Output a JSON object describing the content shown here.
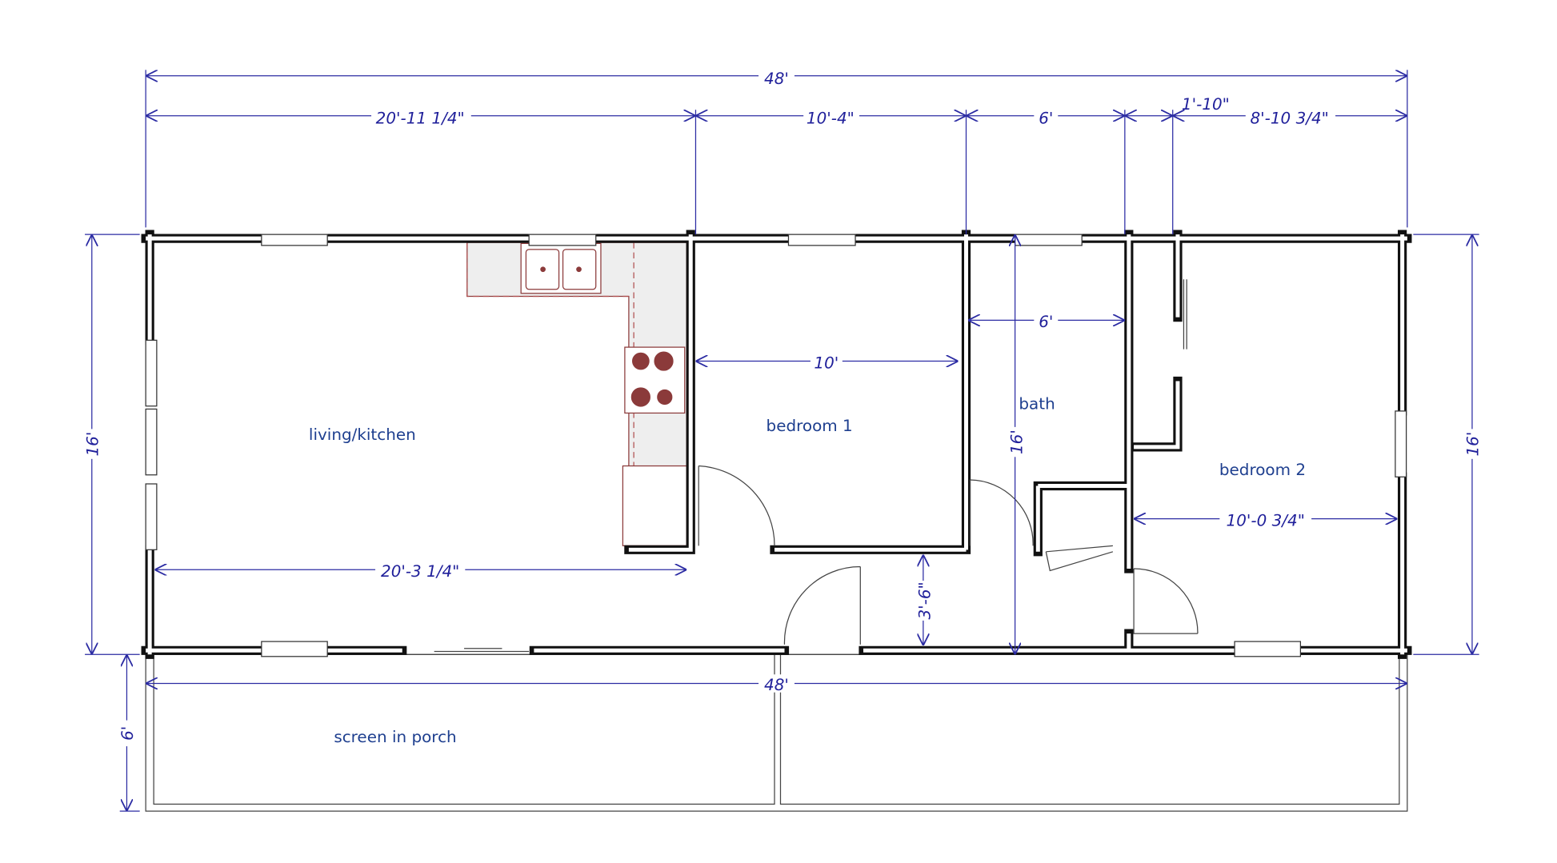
{
  "plan": {
    "dimensions": {
      "overall_top": "48'",
      "living_kitchen_width": "20'-11 1/4\"",
      "bedroom1_width": "10'-4\"",
      "bath_width": "6'",
      "closet_width": "1'-10\"",
      "bedroom2_width": "8'-10 3/4\"",
      "depth_left": "16'",
      "depth_right": "16'",
      "bath_interior": "6'",
      "bedroom1_interior": "10'",
      "bath_depth": "16'",
      "living_interior": "20'-3 1/4\"",
      "hall_depth": "3'-6\"",
      "bedroom2_interior": "10'-0 3/4\"",
      "porch_width": "48'",
      "porch_depth": "6'"
    },
    "rooms": {
      "living_kitchen": "living/kitchen",
      "bedroom1": "bedroom 1",
      "bath": "bath",
      "bedroom2": "bedroom 2",
      "porch": "screen in porch"
    },
    "colors": {
      "dimension": "#2b2ba3",
      "wall": "#111111",
      "kitchen": "#8b3a3a"
    }
  }
}
